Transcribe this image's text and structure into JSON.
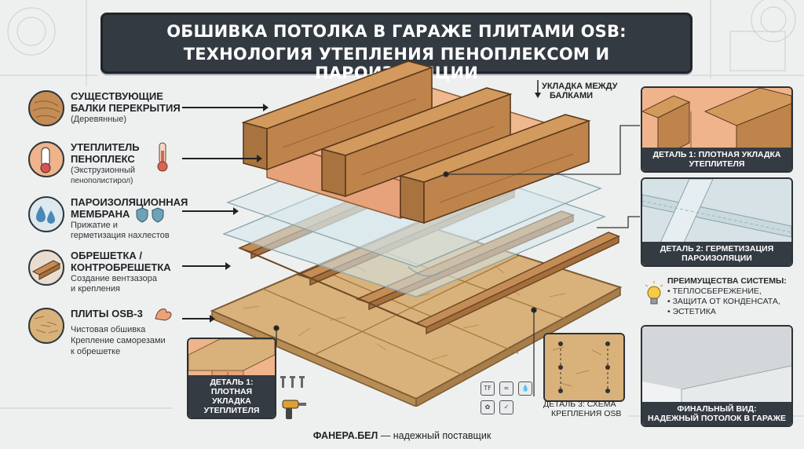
{
  "title": {
    "line1": "ОБШИВКА ПОТОЛКА В ГАРАЖЕ ПЛИТАМИ OSB:",
    "line2": "ТЕХНОЛОГИЯ УТЕПЛЕНИЯ ПЕНОПЛЕКСОМ И ПАРОИЗОЛЯЦИИ"
  },
  "legend": [
    {
      "title1": "СУЩЕСТВУЮЩИЕ",
      "title2": "БАЛКИ ПЕРЕКРЫТИЯ",
      "sub1": "(Деревянные)",
      "sub2": "",
      "icon": "wood-beam-icon"
    },
    {
      "title1": "УТЕПЛИТЕЛЬ",
      "title2": "ПЕНОПЛЕКС",
      "sub1": "(Экструзионный",
      "sub2": "пенополистирол)",
      "icon": "foam-insulation-icon"
    },
    {
      "title1": "ПАРОИЗОЛЯЦИОННАЯ",
      "title2": "МЕМБРАНА",
      "sub1": "Прижатие и",
      "sub2": "герметизация нахлестов",
      "icon": "water-drops-icon"
    },
    {
      "title1": "ОБРЕШЕТКА /",
      "title2": "КОНТРОБРЕШЕТКА",
      "sub1": "Создание вентзазора",
      "sub2": "и крепления",
      "icon": "batten-icon"
    },
    {
      "title1": "ПЛИТЫ OSB-3",
      "title2": "",
      "sub1": "Чистовая обшивка",
      "sub2": "Крепление саморезами",
      "sub3": "к обрешетке",
      "icon": "osb-board-icon"
    }
  ],
  "notes": {
    "between_beams1": "УКЛАДКА МЕЖДУ",
    "between_beams2": "БАЛКАМИ"
  },
  "details": {
    "d1_top": [
      "ДЕТАЛЬ 1: ПЛОТНАЯ УКЛАДКА",
      "УТЕПЛИТЕЛЯ"
    ],
    "d2": [
      "ДЕТАЛЬ 2: ГЕРМЕТИЗАЦИЯ",
      "ПАРОИЗОЛЯЦИИ"
    ],
    "d1_bottom": [
      "ДЕТАЛЬ 1: ПЛОТНАЯ",
      "УКЛАДКА УТЕПЛИТЕЛЯ"
    ],
    "d3": [
      "ДЕТАЛЬ 3: СХЕМА",
      "КРЕПЛЕНИЯ OSB"
    ],
    "final": [
      "ФИНАЛЬНЫЙ ВИД:",
      "НАДЕЖНЫЙ ПОТОЛОК В ГАРАЖЕ"
    ]
  },
  "advantages": {
    "title": "ПРЕИМУЩЕСТВА СИСТЕМЫ:",
    "items": [
      "• ТЕПЛОСБЕРЕЖЕНИЕ,",
      "• ЗАЩИТА ОТ КОНДЕНСАТА,",
      "• ЭСТЕТИКА"
    ]
  },
  "footer": {
    "brand": "ФАНЕРА.БЕЛ",
    "tagline": " — надежный поставщик"
  },
  "colors": {
    "wood": "#c9935b",
    "wood_dark": "#9a6a3c",
    "foam": "#efb48c",
    "foam_dark": "#d8916a",
    "osb": "#d8b27a",
    "title_bg": "#333a41"
  }
}
